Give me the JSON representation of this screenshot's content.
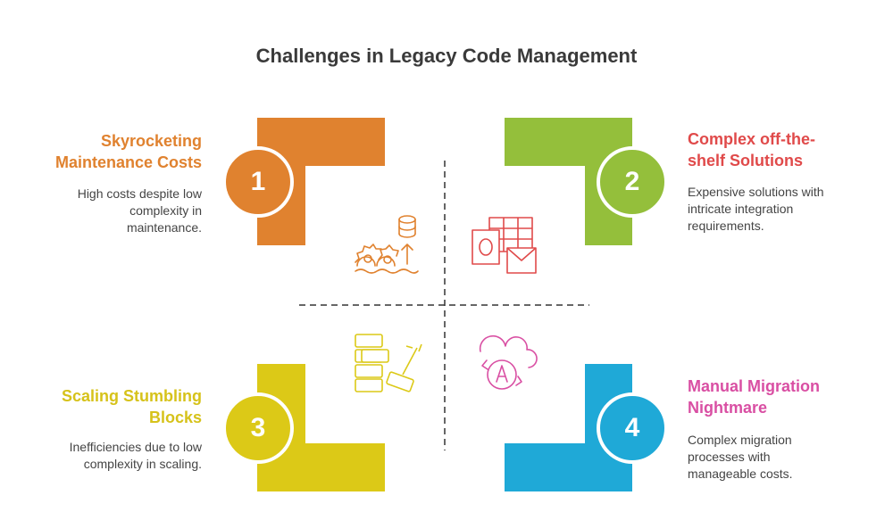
{
  "title": "Challenges in Legacy Code Management",
  "colors": {
    "orange": "#e0822f",
    "green": "#94bf3b",
    "yellow": "#dcc917",
    "blue": "#1fa9d7",
    "orange_text": "#e0822f",
    "red_text": "#e04a4a",
    "yellow_text": "#d6c21a",
    "pink_text": "#d94fa3"
  },
  "quadrants": [
    {
      "number": "1",
      "heading_lines": [
        "Skyrocketing",
        "Maintenance Costs"
      ],
      "description_lines": [
        "High costs despite low",
        "complexity in",
        "maintenance."
      ],
      "icon": "gears-database-icon"
    },
    {
      "number": "2",
      "heading_lines": [
        "Complex off-the-",
        "shelf Solutions"
      ],
      "description_lines": [
        "Expensive solutions with",
        "intricate integration",
        "requirements."
      ],
      "icon": "office-apps-icon"
    },
    {
      "number": "3",
      "heading_lines": [
        "Scaling Stumbling",
        "Blocks"
      ],
      "description_lines": [
        "Inefficiencies due to low",
        "complexity in scaling."
      ],
      "icon": "blocks-hammer-icon"
    },
    {
      "number": "4",
      "heading_lines": [
        "Manual Migration",
        "Nightmare"
      ],
      "description_lines": [
        "Complex migration",
        "processes with",
        "manageable costs."
      ],
      "icon": "cloud-sync-icon"
    }
  ]
}
